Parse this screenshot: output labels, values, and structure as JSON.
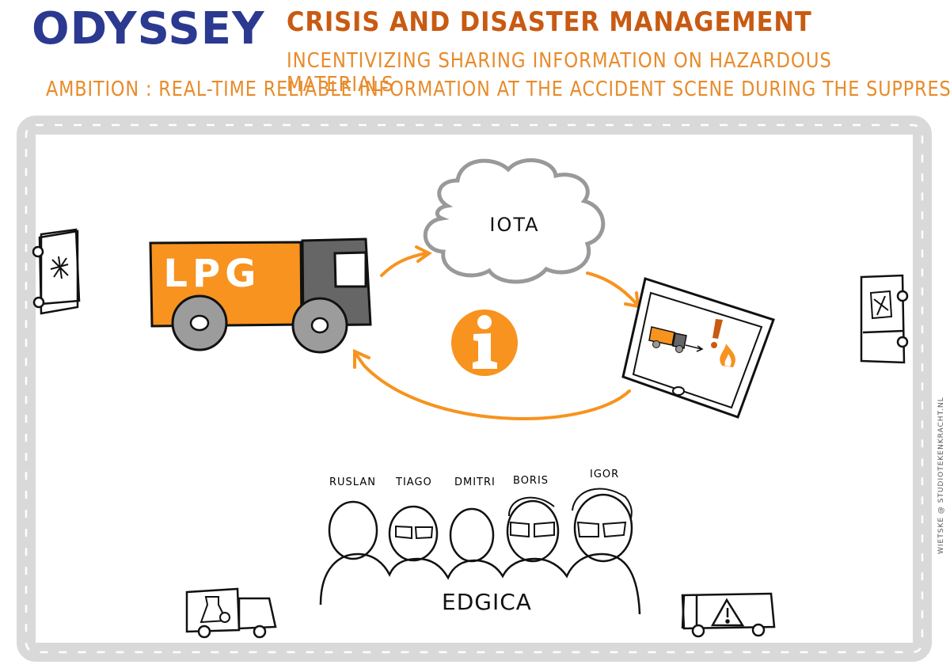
{
  "header": {
    "logo": "ODYSSEY",
    "title": "CRISIS AND DISASTER MANAGEMENT",
    "subtitle": "INCENTIVIZING SHARING INFORMATION ON HAZARDOUS MATERIALS",
    "ambition": "AMBITION : REAL-TIME RELIABLE INFORMATION AT THE ACCIDENT SCENE DURING THE SUPPRESSION"
  },
  "diagram": {
    "truck_label": "LPG",
    "cloud_label": "IOTA",
    "team_label": "EDGICA",
    "team_members": [
      "RUSLAN",
      "TIAGO",
      "DMITRI",
      "BORIS",
      "IGOR"
    ]
  },
  "credit": "WIETSKE @ STUDIOTEKENKRACHT.NL",
  "colors": {
    "orange": "#f7931e",
    "dark_orange": "#c85a12",
    "navy": "#2b3990",
    "road_gray": "#d9d9d9",
    "truck_gray": "#666666"
  }
}
